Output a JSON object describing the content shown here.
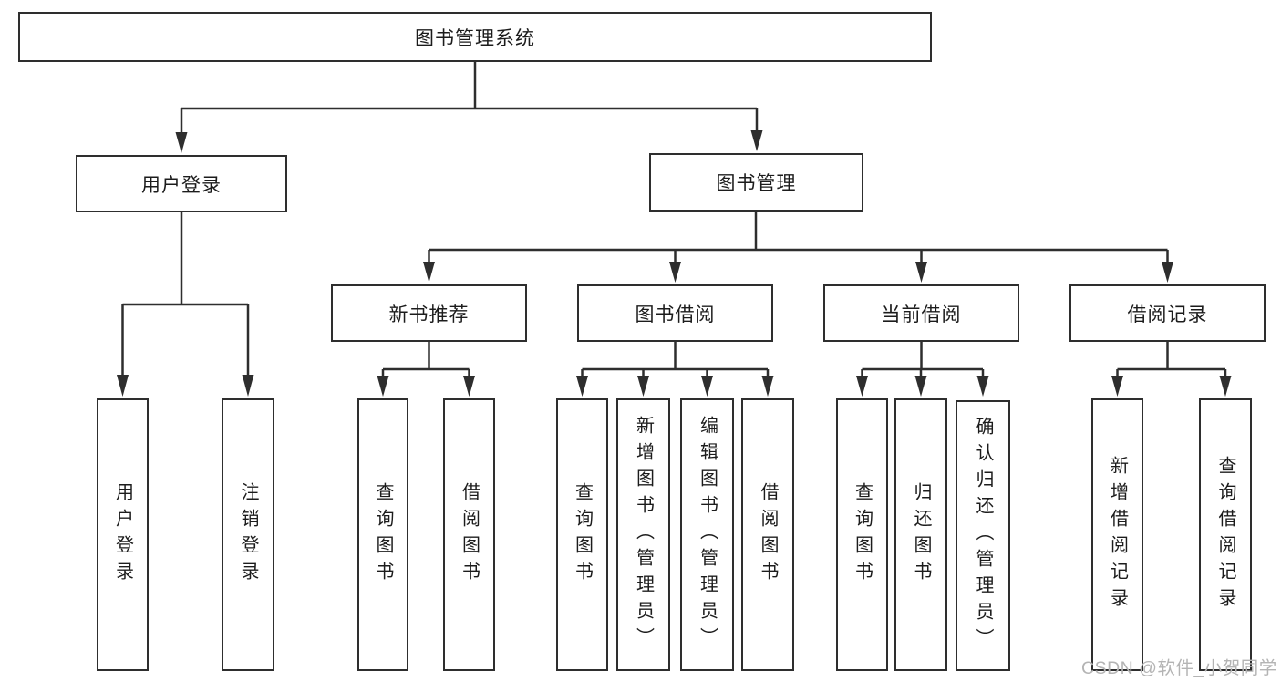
{
  "diagram": {
    "title": "图书管理系统",
    "watermark": "CSDN @软件_小贺同学",
    "colors": {
      "line": "#2e2e2e",
      "box_border": "#2e2e2e",
      "box_bg": "#ffffff",
      "text": "#1c1c1c",
      "watermark": "#b4b4b4",
      "background": "#ffffff"
    }
  },
  "nodes": {
    "root": {
      "label": "图书管理系统"
    },
    "user_login": {
      "label": "用户登录"
    },
    "book_mgmt": {
      "label": "图书管理"
    },
    "new_book_rec": {
      "label": "新书推荐"
    },
    "book_borrow": {
      "label": "图书借阅"
    },
    "current_borrow": {
      "label": "当前借阅"
    },
    "borrow_record": {
      "label": "借阅记录"
    },
    "leaf_user_login": {
      "label": "用户登录"
    },
    "leaf_logout": {
      "label": "注销登录"
    },
    "leaf_query_book_a": {
      "label": "查询图书"
    },
    "leaf_borrow_book_a": {
      "label": "借阅图书"
    },
    "leaf_query_book_b": {
      "label": "查询图书"
    },
    "leaf_add_book": {
      "label": "新增图书（管理员）"
    },
    "leaf_edit_book": {
      "label": "编辑图书（管理员）"
    },
    "leaf_borrow_book_b": {
      "label": "借阅图书"
    },
    "leaf_query_book_c": {
      "label": "查询图书"
    },
    "leaf_return_book": {
      "label": "归还图书"
    },
    "leaf_confirm_return": {
      "label": "确认归还（管理员）"
    },
    "leaf_add_record": {
      "label": "新增借阅记录"
    },
    "leaf_query_record": {
      "label": "查询借阅记录"
    }
  },
  "hierarchy": {
    "图书管理系统": {
      "用户登录": [
        "用户登录",
        "注销登录"
      ],
      "图书管理": {
        "新书推荐": [
          "查询图书",
          "借阅图书"
        ],
        "图书借阅": [
          "查询图书",
          "新增图书（管理员）",
          "编辑图书（管理员）",
          "借阅图书"
        ],
        "当前借阅": [
          "查询图书",
          "归还图书",
          "确认归还（管理员）"
        ],
        "借阅记录": [
          "新增借阅记录",
          "查询借阅记录"
        ]
      }
    }
  }
}
